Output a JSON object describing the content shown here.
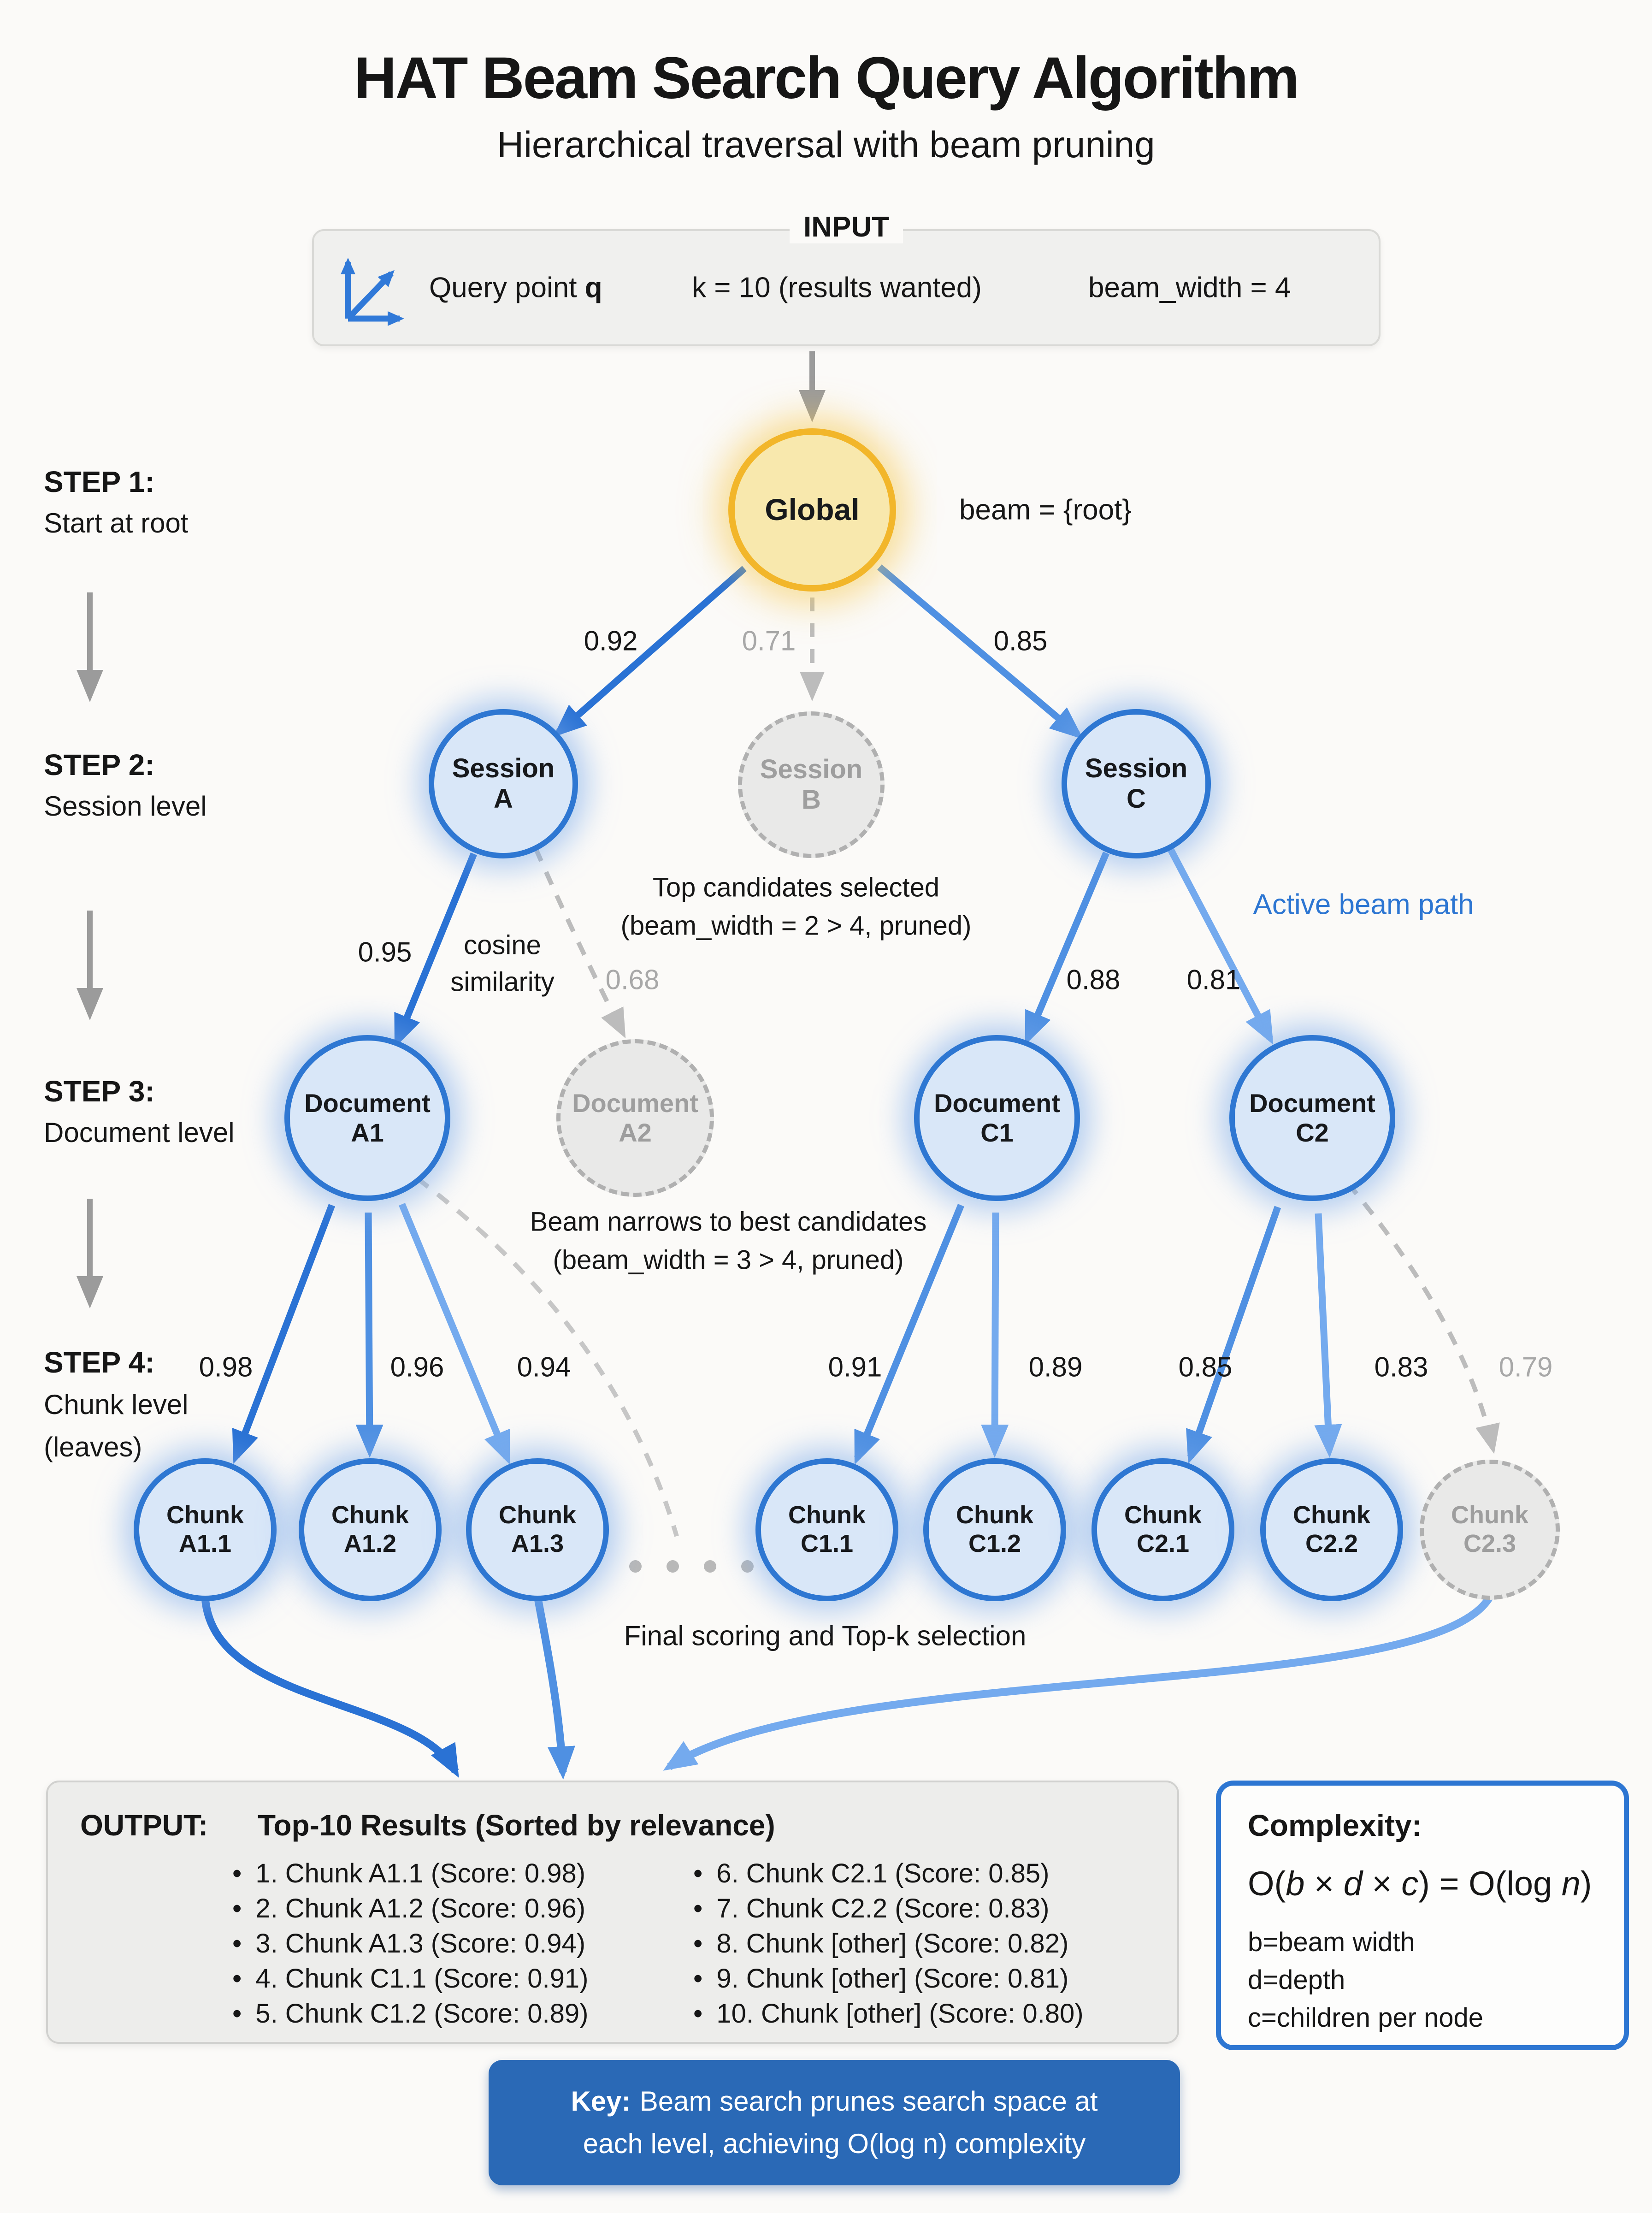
{
  "title": "HAT Beam Search Query Algorithm",
  "subtitle": "Hierarchical traversal with beam pruning",
  "input": {
    "label": "INPUT",
    "query_prefix": "Query point ",
    "query_var": "q",
    "k": "k = 10 (results wanted)",
    "beam_width": "beam_width = 4"
  },
  "steps": {
    "s1": {
      "title": "STEP 1:",
      "desc": "Start at root"
    },
    "s2": {
      "title": "STEP 2:",
      "desc": "Session level"
    },
    "s3": {
      "title": "STEP 3:",
      "desc": "Document level"
    },
    "s4": {
      "title": "STEP 4:",
      "desc": "Chunk level",
      "desc2": "(leaves)"
    }
  },
  "nodes": {
    "global": {
      "label": "Global"
    },
    "session_a": {
      "line1": "Session",
      "line2": "A"
    },
    "session_b": {
      "line1": "Session",
      "line2": "B"
    },
    "session_c": {
      "line1": "Session",
      "line2": "C"
    },
    "doc_a1": {
      "line1": "Document",
      "line2": "A1"
    },
    "doc_a2": {
      "line1": "Document",
      "line2": "A2"
    },
    "doc_c1": {
      "line1": "Document",
      "line2": "C1"
    },
    "doc_c2": {
      "line1": "Document",
      "line2": "C2"
    },
    "chunk_a11": {
      "line1": "Chunk",
      "line2": "A1.1"
    },
    "chunk_a12": {
      "line1": "Chunk",
      "line2": "A1.2"
    },
    "chunk_a13": {
      "line1": "Chunk",
      "line2": "A1.3"
    },
    "chunk_c11": {
      "line1": "Chunk",
      "line2": "C1.1"
    },
    "chunk_c12": {
      "line1": "Chunk",
      "line2": "C1.2"
    },
    "chunk_c21": {
      "line1": "Chunk",
      "line2": "C2.1"
    },
    "chunk_c22": {
      "line1": "Chunk",
      "line2": "C2.2"
    },
    "chunk_c23": {
      "line1": "Chunk",
      "line2": "C2.3"
    }
  },
  "edge_labels": {
    "g_a": "0.92",
    "g_b": "0.71",
    "g_c": "0.85",
    "a_a1": "0.95",
    "a_a2": "0.68",
    "c_c1": "0.88",
    "c_c2": "0.81",
    "a1_a11": "0.98",
    "a1_a12": "0.96",
    "a1_a13": "0.94",
    "c1_c11": "0.91",
    "c1_c12": "0.89",
    "c2_c21": "0.85",
    "c2_c22": "0.83",
    "c2_c23": "0.79"
  },
  "annotations": {
    "beam_root": "beam = {root}",
    "top_candidates_1": "Top candidates selected",
    "top_candidates_2": "(beam_width = 2 > 4, pruned)",
    "active_beam": "Active beam path",
    "cosine_1": "cosine",
    "cosine_2": "similarity",
    "beam_narrows_1": "Beam narrows to best candidates",
    "beam_narrows_2": "(beam_width = 3 > 4, pruned)",
    "final_scoring": "Final scoring and Top-k selection"
  },
  "output": {
    "label": "OUTPUT:",
    "title": "Top-10 Results (Sorted by relevance)",
    "col1": [
      "1. Chunk A1.1 (Score: 0.98)",
      "2. Chunk A1.2 (Score: 0.96)",
      "3. Chunk A1.3 (Score: 0.94)",
      "4. Chunk C1.1 (Score: 0.91)",
      "5. Chunk C1.2 (Score: 0.89)"
    ],
    "col2": [
      "6. Chunk C2.1 (Score: 0.85)",
      "7. Chunk C2.2 (Score: 0.83)",
      "8. Chunk [other] (Score: 0.82)",
      "9. Chunk [other] (Score: 0.81)",
      "10. Chunk [other] (Score: 0.80)"
    ]
  },
  "complexity": {
    "title": "Complexity:",
    "formula": [
      "O(",
      "b",
      " × ",
      "d",
      " × ",
      "c",
      ") = O(log ",
      "n",
      ")"
    ],
    "legend": [
      "b=beam width",
      "d=depth",
      "c=children per node"
    ]
  },
  "key": {
    "bold": "Key:",
    "rest1": "Beam search prunes search space at",
    "line2": "each level, achieving O(log n) complexity"
  },
  "colors": {
    "accent_blue": "#2e77d2",
    "light_blue_fill": "#d9e7f8",
    "gold_border": "#f2b62a",
    "gold_fill": "#f8e8ad",
    "pruned_gray": "#a8a8a8",
    "key_bg": "#2a69b6"
  }
}
